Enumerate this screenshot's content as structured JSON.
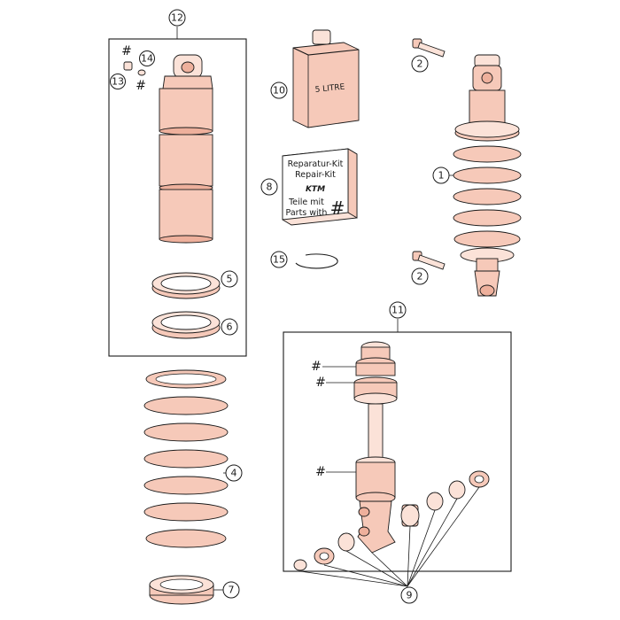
{
  "callouts": {
    "c1": "1",
    "c2a": "2",
    "c2b": "2",
    "c4": "4",
    "c5": "5",
    "c6": "6",
    "c7": "7",
    "c8": "8",
    "c9": "9",
    "c10": "10",
    "c11": "11",
    "c12": "12",
    "c13": "13",
    "c14": "14",
    "c15": "15"
  },
  "hash_marks": {
    "h1": "#",
    "h2": "#",
    "h3": "#",
    "h4": "#",
    "h5": "#"
  },
  "oil_can": {
    "label": "5 LITRE"
  },
  "repair_kit": {
    "line1": "Reparatur-Kit",
    "line2": "Repair-Kit",
    "logo": "KTM",
    "line3": "Teile mit",
    "line4": "Parts with",
    "hash": "#"
  }
}
